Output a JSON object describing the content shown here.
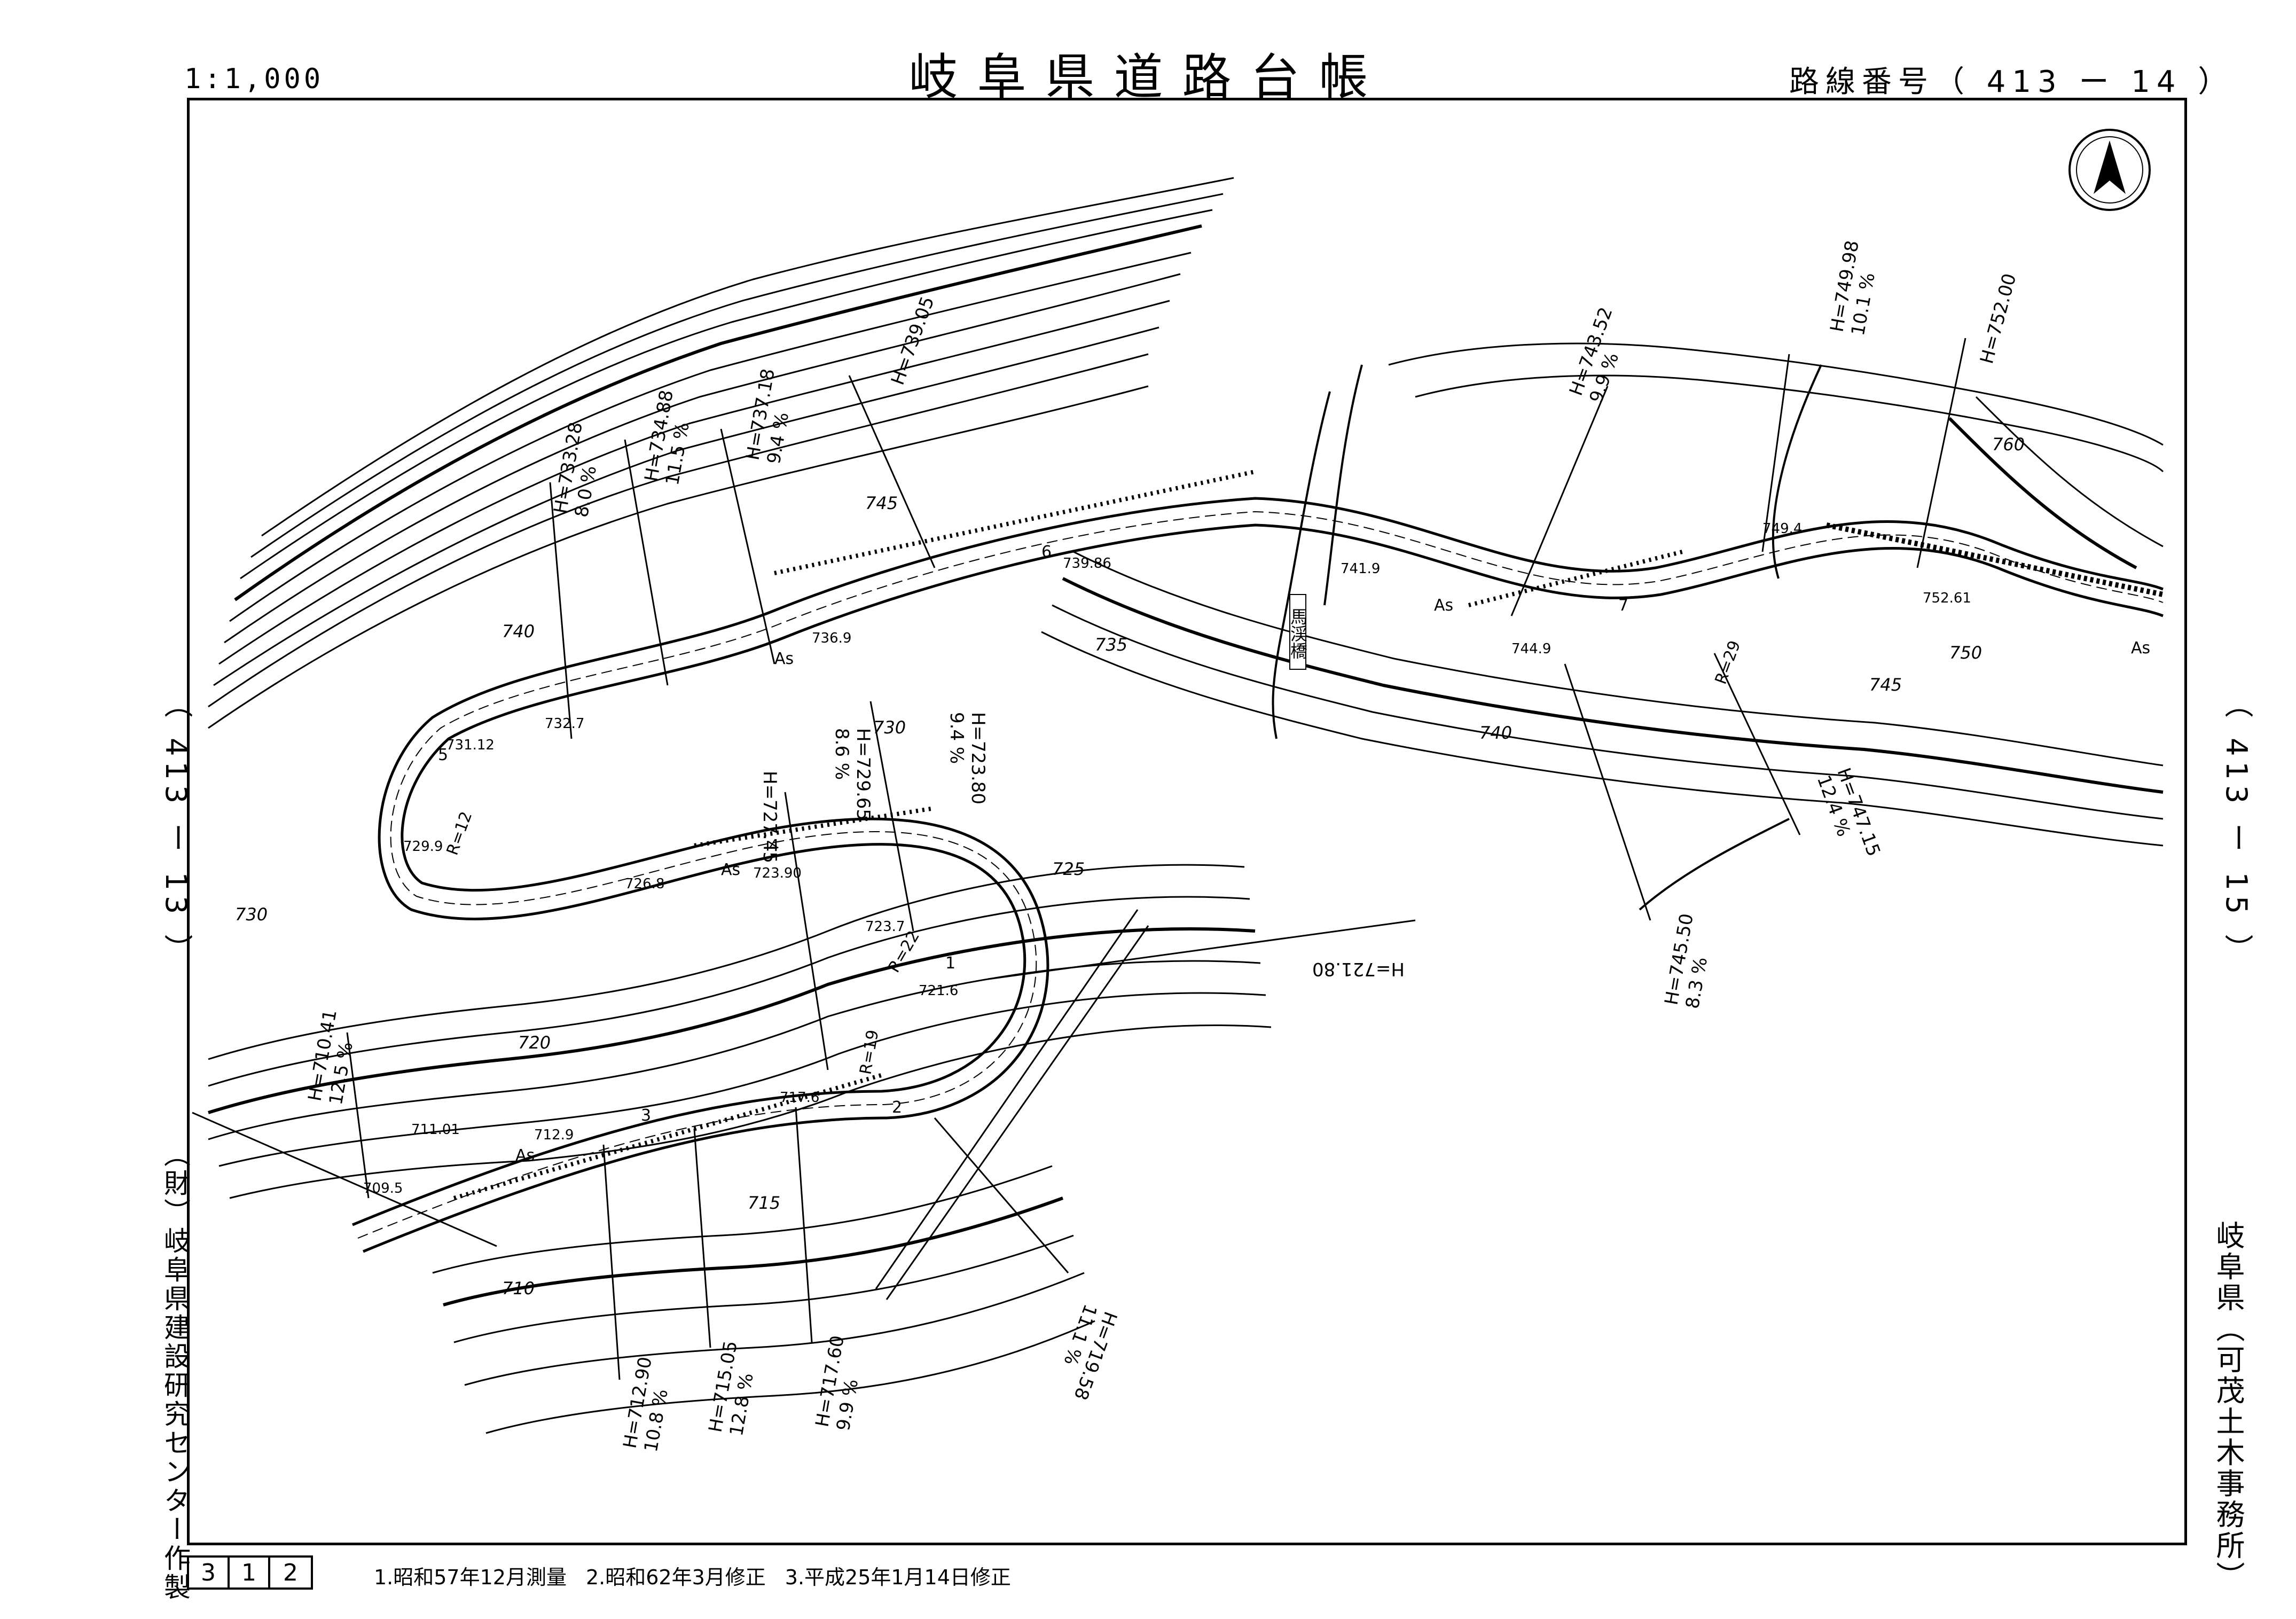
{
  "header": {
    "scale": "1:1,000",
    "title": "岐阜県道路台帳",
    "route_number": "路線番号（ 413 ー 14 ）"
  },
  "adjacent_sheets": {
    "left": "（ 413 ー 13 ）",
    "right": "（ 413 ー 15 ）"
  },
  "footer": {
    "maker": "（財）岐阜県建設研究センター作製",
    "office": "岐阜県（可茂土木事務所）",
    "sheet_number": [
      "3",
      "1",
      "2"
    ],
    "history": [
      "1.昭和57年12月測量",
      "2.昭和62年3月修正",
      "3.平成25年1月14日修正"
    ]
  },
  "map": {
    "north_arrow": "north-arrow-icon",
    "bridge_name": "馬渓橋",
    "contour_labels": [
      "745",
      "740",
      "735",
      "730",
      "730",
      "725",
      "720",
      "715",
      "710",
      "740",
      "745",
      "750",
      "760"
    ],
    "road_surface": [
      "As",
      "As",
      "As",
      "As",
      "As"
    ],
    "spot_heights": [
      "739.86",
      "741.9",
      "736.9",
      "732.7",
      "731.12",
      "729.9",
      "726.8",
      "723.90",
      "723.7",
      "721.6",
      "717.6",
      "712.9",
      "711.01",
      "709.5",
      "744.9",
      "749.4",
      "752.61"
    ],
    "radii": [
      "R=12",
      "R=22",
      "R=19",
      "R=29"
    ],
    "station_numbers": [
      "1",
      "2",
      "3",
      "4",
      "5",
      "6",
      "7"
    ],
    "section_labels": [
      {
        "h": "H=733.28",
        "g": "8.0 %"
      },
      {
        "h": "H=734.88",
        "g": "11.5 %"
      },
      {
        "h": "H=737.18",
        "g": "9.4 %"
      },
      {
        "h": "H=739.05",
        "g": ""
      },
      {
        "h": "H=743.52",
        "g": "9.9 %"
      },
      {
        "h": "H=749.98",
        "g": "10.1 %"
      },
      {
        "h": "H=752.00",
        "g": ""
      },
      {
        "h": "H=729.65",
        "g": "8.6 %"
      },
      {
        "h": "H=727.45",
        "g": ""
      },
      {
        "h": "H=723.80",
        "g": "9.4 %"
      },
      {
        "h": "H=721.80",
        "g": ""
      },
      {
        "h": "H=745.50",
        "g": "8.3 %"
      },
      {
        "h": "H=747.15",
        "g": "12.4 %"
      },
      {
        "h": "H=710.41",
        "g": "12.5 %"
      },
      {
        "h": "H=712.90",
        "g": "10.8 %"
      },
      {
        "h": "H=715.05",
        "g": "12.8 %"
      },
      {
        "h": "H=717.60",
        "g": "9.9 %"
      },
      {
        "h": "H=719.58",
        "g": "11.1 %"
      }
    ]
  }
}
